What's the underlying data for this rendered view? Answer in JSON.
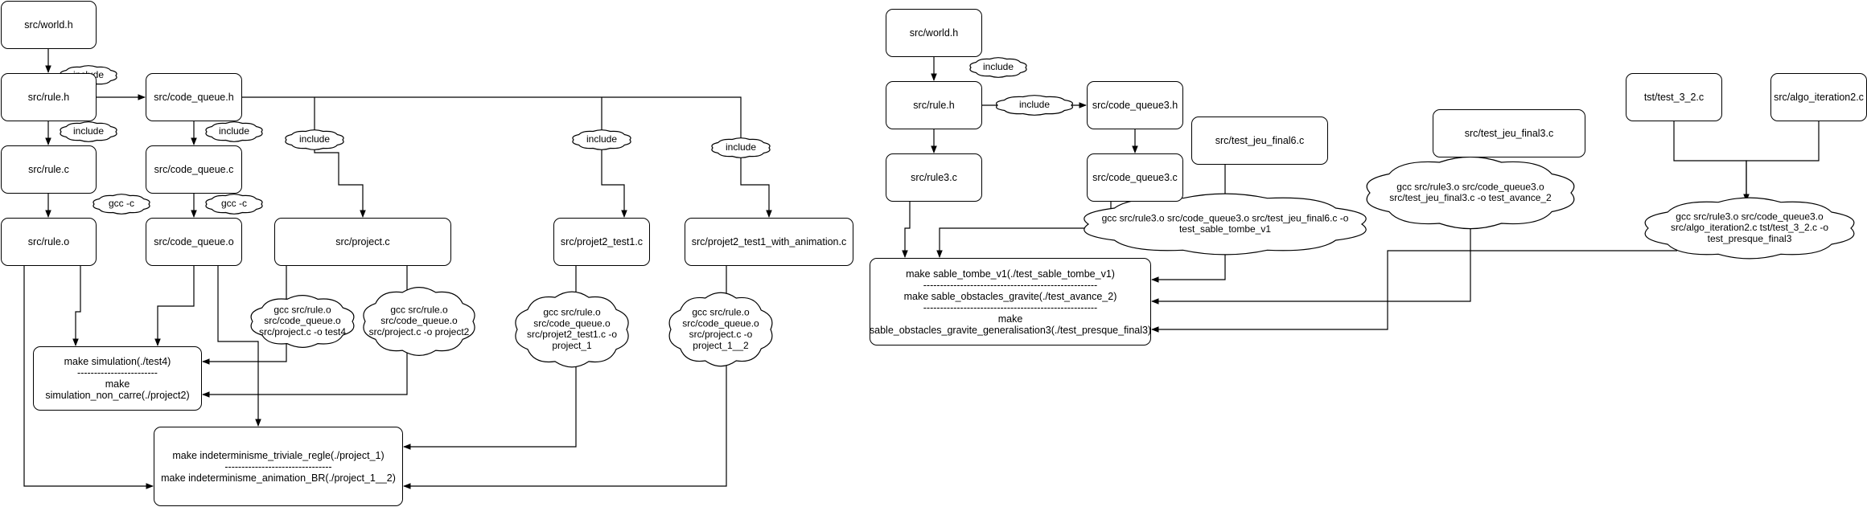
{
  "nodes": {
    "world": "src/world.h",
    "rule_h": "src/rule.h",
    "rule_c": "src/rule.c",
    "rule_o": "src/rule.o",
    "code_queue_h": "src/code_queue.h",
    "code_queue_c": "src/code_queue.c",
    "code_queue_o": "src/code_queue.o",
    "project_c": "src/project.c",
    "projet2_test1": "src/projet2_test1.c",
    "projet2_anim": "src/projet2_test1_with_animation.c",
    "make_simulation": "make simulation(./test4)\n------------------------\nmake\nsimulation_non_carre(./project2)",
    "make_indeterminisme": "make indeterminisme_triviale_regle(./project_1)\n--------------------------------\nmake indeterminisme_animation_BR(./project_1__2)",
    "world2": "src/world.h",
    "rule_h2": "src/rule.h",
    "rule3_c": "src/rule3.c",
    "code_queue3_h": "src/code_queue3.h",
    "code_queue3_c": "src/code_queue3.c",
    "test_jeu_final6": "src/test_jeu_final6.c",
    "test_jeu_final3": "src/test_jeu_final3.c",
    "tst_test_3_2": "tst/test_3_2.c",
    "algo_iteration2": "src/algo_iteration2.c",
    "make_sable": "make sable_tombe_v1(./test_sable_tombe_v1)\n----------------------------------------------------\nmake sable_obstacles_gravite(./test_avance_2)\n----------------------------------------------------\nmake\nsable_obstacles_gravite_generalisation3(./test_presque_final3)"
  },
  "labels": {
    "include": "include",
    "gcc_c": "gcc -c"
  },
  "clouds": {
    "gcc_test4": [
      "gcc src/rule.o",
      "src/code_queue.o",
      "src/project.c -o test4"
    ],
    "gcc_project2": [
      "gcc src/rule.o",
      "src/code_queue.o",
      "src/project.c -o project2"
    ],
    "gcc_project_1": [
      "gcc src/rule.o",
      "src/code_queue.o",
      "src/projet2_test1.c -o",
      "project_1"
    ],
    "gcc_project_1_2": [
      "gcc src/rule.o",
      "src/code_queue.o",
      "src/project.c -o",
      "project_1__2"
    ],
    "gcc_sable": [
      "gcc src/rule3.o src/code_queue3.o src/test_jeu_final6.c -o",
      "test_sable_tombe_v1"
    ],
    "gcc_avance": [
      "gcc src/rule3.o src/code_queue3.o",
      "src/test_jeu_final3.c -o test_avance_2"
    ],
    "gcc_presque": [
      "gcc src/rule3.o src/code_queue3.o",
      "src/algo_iteration2.c tst/test_3_2.c -o",
      "test_presque_final3"
    ]
  }
}
